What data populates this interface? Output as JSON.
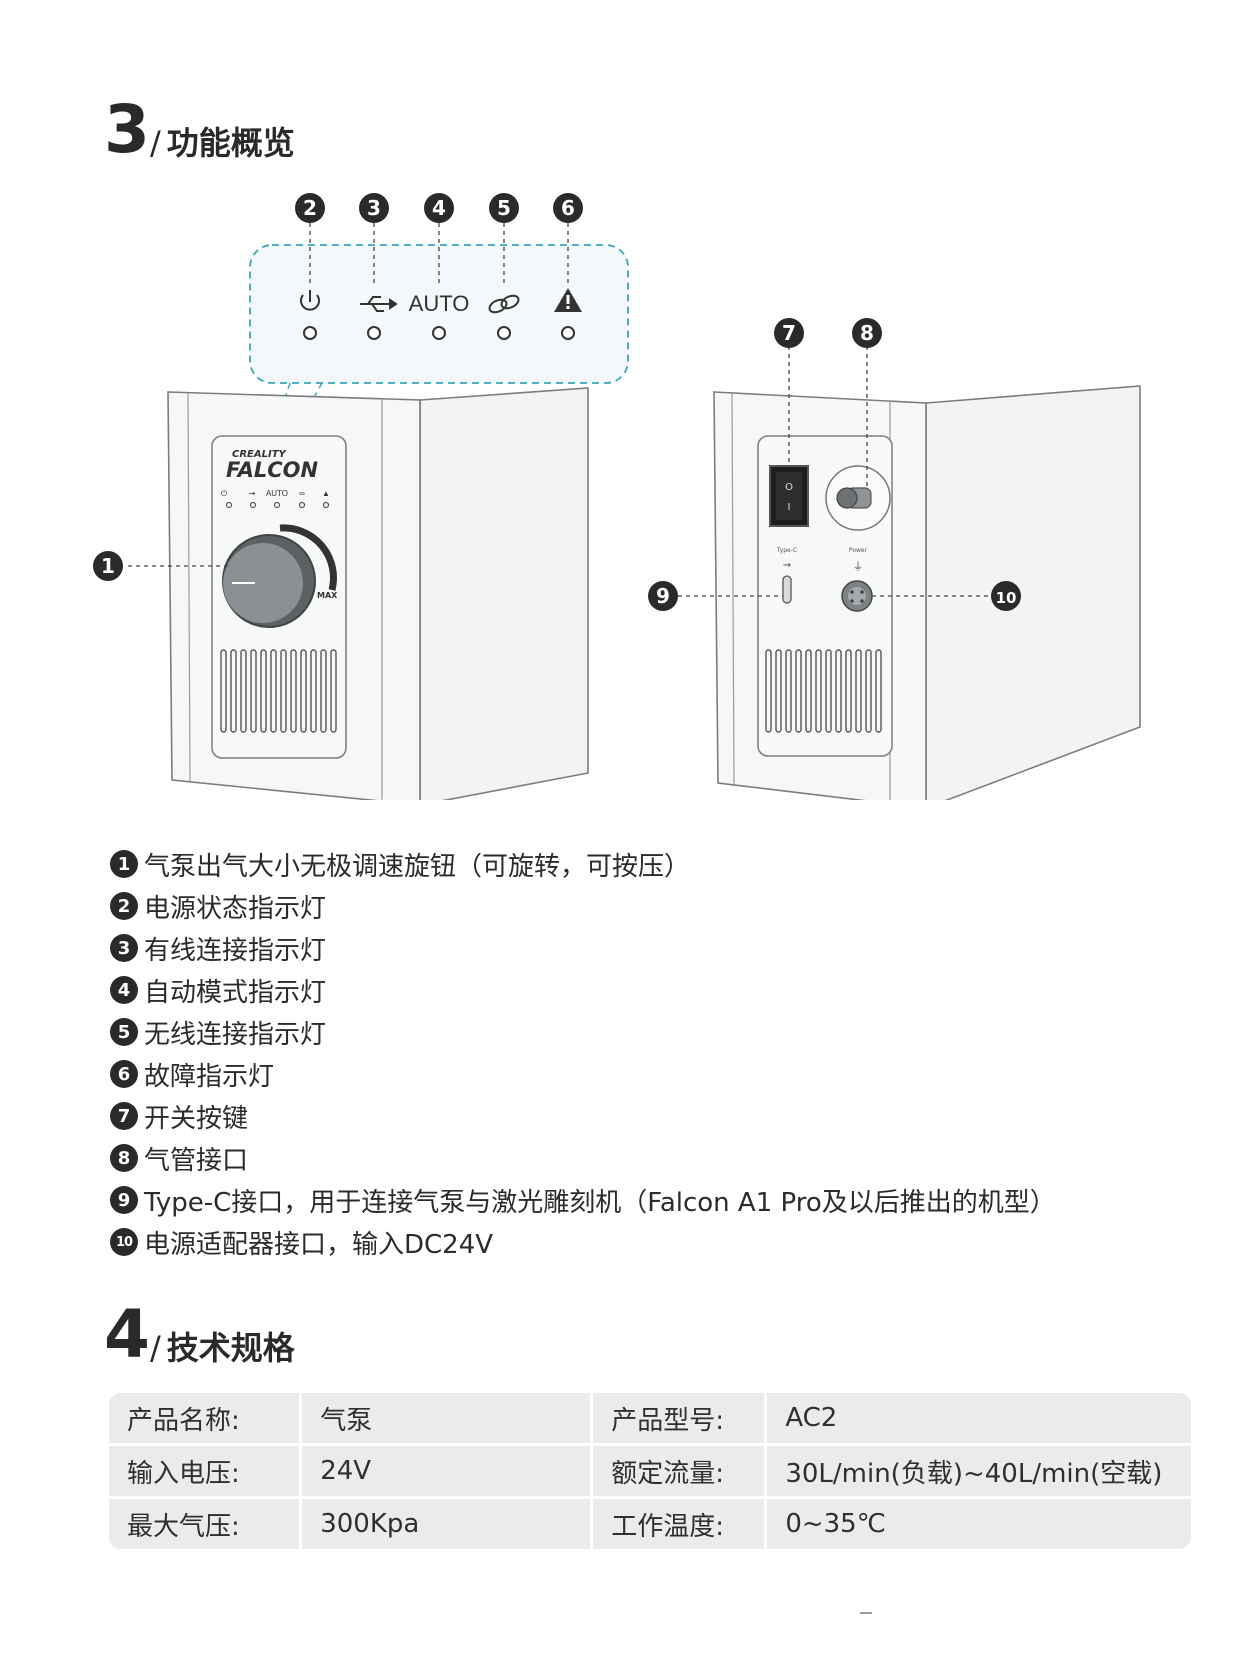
{
  "section3": {
    "number": "3",
    "slash": "/",
    "title": "功能概览"
  },
  "figure": {
    "callouts": [
      "1",
      "2",
      "3",
      "4",
      "5",
      "6",
      "7",
      "8",
      "9",
      "10"
    ],
    "panel_labels": {
      "auto": "AUTO"
    },
    "front": {
      "brand_top": "CREALITY",
      "brand": "FALCON",
      "knob_max": "MAX"
    },
    "back": {
      "typec_label": "Type-C",
      "power_label": "Power",
      "switch_on": "O",
      "switch_off": "I"
    },
    "colors": {
      "device_line": "#7a7d80",
      "device_fill": "#f4f5f5",
      "knob": "#5c6164",
      "callout_line": "#3ba6b8",
      "dash": "#555555"
    }
  },
  "features": [
    {
      "badge": "1",
      "text": "气泵出气大小无极调速旋钮（可旋转，可按压）"
    },
    {
      "badge": "2",
      "text": "电源状态指示灯"
    },
    {
      "badge": "3",
      "text": "有线连接指示灯"
    },
    {
      "badge": "4",
      "text": "自动模式指示灯"
    },
    {
      "badge": "5",
      "text": "无线连接指示灯"
    },
    {
      "badge": "6",
      "text": "故障指示灯"
    },
    {
      "badge": "7",
      "text": "开关按键"
    },
    {
      "badge": "8",
      "text": "气管接口"
    },
    {
      "badge": "9",
      "text": "Type-C接口，用于连接气泵与激光雕刻机（Falcon A1 Pro及以后推出的机型）"
    },
    {
      "badge": "10",
      "text": "电源适配器接口，输入DC24V"
    }
  ],
  "section4": {
    "number": "4",
    "slash": "/",
    "title": "技术规格"
  },
  "specs": [
    {
      "k1": "产品名称:",
      "v1": "气泵",
      "k2": "产品型号:",
      "v2": "AC2"
    },
    {
      "k1": "输入电压:",
      "v1": "24V",
      "k2": "额定流量:",
      "v2": "30L/min(负载)~40L/min(空载)"
    },
    {
      "k1": "最大气压:",
      "v1": "300Kpa",
      "k2": "工作温度:",
      "v2": "0~35℃"
    }
  ]
}
